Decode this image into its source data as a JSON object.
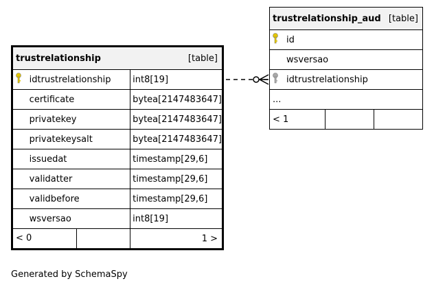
{
  "tables": {
    "main": {
      "name": "trustrelationship",
      "kind": "[table]",
      "columns": [
        {
          "name": "idtrustrelationship",
          "type": "int8[19]",
          "key": "primary"
        },
        {
          "name": "certificate",
          "type": "bytea[2147483647]",
          "key": ""
        },
        {
          "name": "privatekey",
          "type": "bytea[2147483647]",
          "key": ""
        },
        {
          "name": "privatekeysalt",
          "type": "bytea[2147483647]",
          "key": ""
        },
        {
          "name": "issuedat",
          "type": "timestamp[29,6]",
          "key": ""
        },
        {
          "name": "validatter",
          "type": "timestamp[29,6]",
          "key": ""
        },
        {
          "name": "validbefore",
          "type": "timestamp[29,6]",
          "key": ""
        },
        {
          "name": "wsversao",
          "type": "int8[19]",
          "key": ""
        }
      ],
      "footer_left": "< 0",
      "footer_right": "1 >"
    },
    "aud": {
      "name": "trustrelationship_aud",
      "kind": "[table]",
      "columns": [
        {
          "name": "id",
          "key": "primary"
        },
        {
          "name": "wsversao",
          "key": ""
        },
        {
          "name": "idtrustrelationship",
          "key": "foreign"
        }
      ],
      "more": "...",
      "footer_left": "< 1"
    }
  },
  "colors": {
    "primary_key": "#e3c600",
    "foreign_key": "#a8a8a8",
    "header_bg": "#f2f2f2"
  },
  "footer": "Generated by SchemaSpy"
}
